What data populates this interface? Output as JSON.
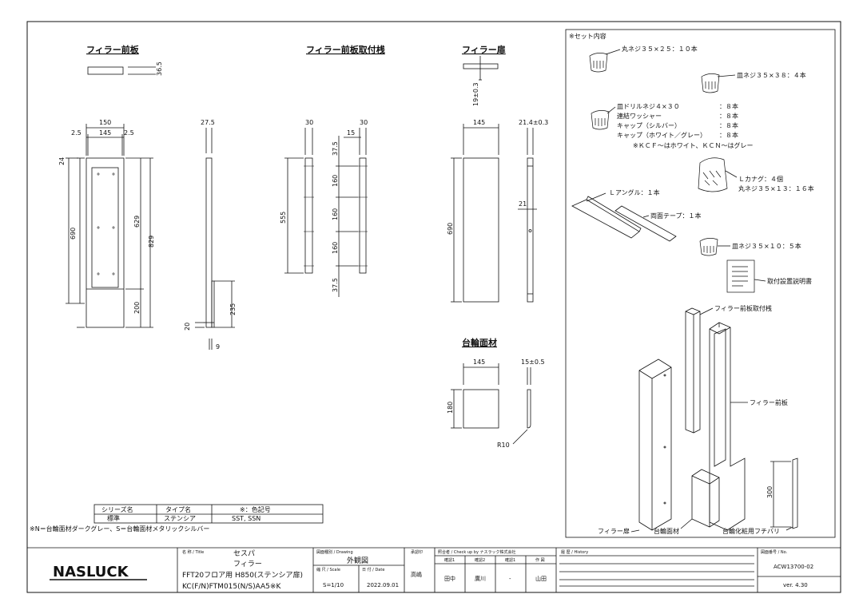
{
  "views": {
    "filler_front_plate": {
      "title": "フィラー前板"
    },
    "mounting_rail": {
      "title": "フィラー前板取付桟"
    },
    "filler_door": {
      "title": "フィラー扉"
    },
    "base_face": {
      "title": "台輪面材"
    }
  },
  "dims": {
    "fp_thickness": "36.5",
    "fp_width": "150",
    "fp_side_left": "2.5",
    "fp_inner": "145",
    "fp_side_right": "2.5",
    "fp_top": "24",
    "fp_height": "690",
    "fp_panel": "629",
    "fp_total": "829",
    "fp_base": "200",
    "side_top": "27.5",
    "side_bottom": "20",
    "side_panel": "235",
    "side_foot": "9",
    "rail_a": "30",
    "rail_b": "30",
    "rail_c": "15",
    "rail_length": "555",
    "rail_end_top": "37.5",
    "rail_pitch_1": "160",
    "rail_pitch_2": "160",
    "rail_pitch_3": "160",
    "rail_end_bottom": "37.5",
    "door_thickness": "19±0.3",
    "door_width": "145",
    "door_side": "21.4±0.3",
    "door_hinge": "21",
    "door_height": "690",
    "base_width": "145",
    "base_thickness": "15±0.5",
    "base_height": "180",
    "base_radius": "R10",
    "brace_height": "300"
  },
  "set_contents": {
    "heading": "※セット内容",
    "item_screw_25": "丸ネジ３５×２５：１０本",
    "item_screw_38": "皿ネジ３５×３８：４本",
    "drill_screw_name": "皿ドリルネジ４×３０",
    "drill_screw_qty": "：８本",
    "washer_name": "連結ワッシャー",
    "washer_qty": "：８本",
    "cap_silver_name": "キャップ（シルバー）",
    "cap_silver_qty": "：８本",
    "cap_white_name": "キャップ（ホワイト／グレー）",
    "cap_white_qty": "：８本",
    "cap_note": "※ＫＣＦ～はホワイト、ＫＣＮ～はグレー",
    "l_bracket": "Ｌカナグ：４個",
    "l_bracket_screw": "丸ネジ３５×１３：１６本",
    "l_angle": "Ｌアングル：１本",
    "tape": "両面テープ：１本",
    "item_screw_10": "皿ネジ３５×１０：５本",
    "manual": "取付設置説明書",
    "iso_rail": "フィラー前板取付桟",
    "iso_front_plate": "フィラー前板",
    "iso_door": "フィラー扉",
    "iso_base_face": "台輪面材",
    "iso_base_trim": "台輪化粧用フチバリ"
  },
  "color_table": {
    "headers": [
      "シリーズ名",
      "タイプ名",
      "※：色記号"
    ],
    "row": [
      "標準",
      "ステンシア",
      "SST, SSN"
    ],
    "note": "※N＝台輪面材ダークグレー、S＝台輪面材メタリックシルバー"
  },
  "title_block": {
    "logo": "NASLUCK",
    "name_label": "名 称 / Title",
    "name_1": "セスパ",
    "name_2": "フィラー",
    "name_3": "FFT20フロア用  H850(ステンシア扉)",
    "name_4": "KC(F/N)FTM015(N/S)AA5※K",
    "drawing_label": "図面種別 / Drawing",
    "drawing_value": "外観図",
    "scale_label": "縮 尺 / Scale",
    "scale_value": "S=1/10",
    "date_label": "日 付 / Date",
    "date_value": "2022.09.01",
    "approve_label": "承認印",
    "approve_value": "高嶋",
    "check_label": "照合者 / Check up by  ナスラック株式会社",
    "check_col_1": "確認1",
    "check_col_2": "確認2",
    "check_col_3": "確認1",
    "check_col_4": "作 図",
    "check_val_1": "田中",
    "check_val_2": "廣川",
    "check_val_3": "-",
    "check_val_4": "山田",
    "history_label": "履 歴 / History",
    "number_label": "図面番号 / No.",
    "number_value": "ACW13700-02",
    "version": "ver. 4.30"
  }
}
